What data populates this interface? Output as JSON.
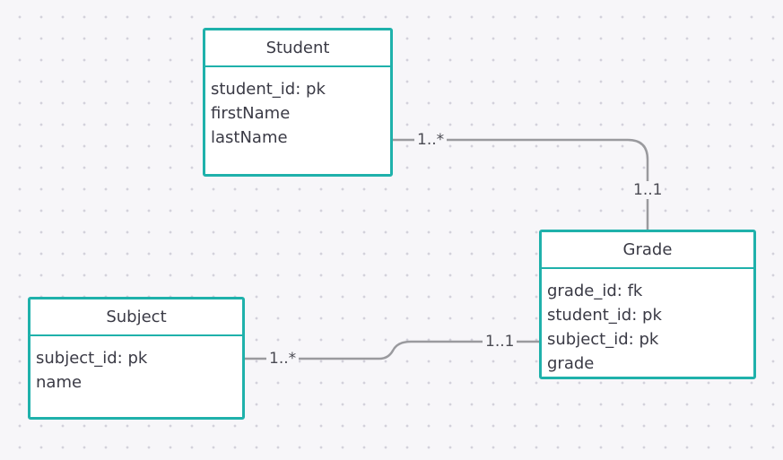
{
  "diagram": {
    "entities": [
      {
        "id": "student",
        "name": "Student",
        "attributes": [
          "student_id: pk",
          "firstName",
          "lastName"
        ]
      },
      {
        "id": "grade",
        "name": "Grade",
        "attributes": [
          "grade_id: fk",
          "student_id: pk",
          "subject_id: pk",
          "grade"
        ]
      },
      {
        "id": "subject",
        "name": "Subject",
        "attributes": [
          "subject_id: pk",
          "name"
        ]
      }
    ],
    "relations": [
      {
        "from": "Student",
        "to": "Grade",
        "from_multiplicity": "1..*",
        "to_multiplicity": "1..1"
      },
      {
        "from": "Subject",
        "to": "Grade",
        "from_multiplicity": "1..*",
        "to_multiplicity": "1..1"
      }
    ]
  },
  "colors": {
    "entity_border": "#1fb1ab",
    "connector": "#9a9a9e",
    "background": "#f7f6f9"
  }
}
